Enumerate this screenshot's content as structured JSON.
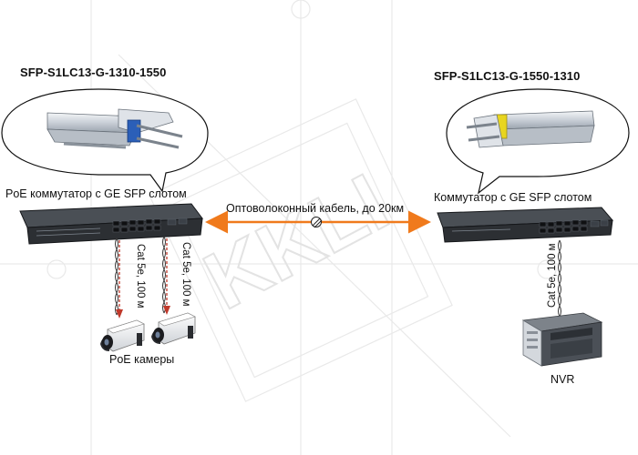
{
  "left_module": {
    "title": "SFP-S1LC13-G-1310-1550",
    "switch_label": "PoE коммутатор с GE SFP слотом",
    "cable_left": "Cat 5e, 100 м",
    "cable_right": "Cat 5e, 100 м",
    "cameras_label": "PoE камеры"
  },
  "right_module": {
    "title": "SFP-S1LC13-G-1550-1310",
    "switch_label": "Коммутатор с GE SFP слотом",
    "cable_label": "Cat 5e, 100 м",
    "nvr_label": "NVR"
  },
  "link": {
    "label": "Оптоволоконный кабель, до 20км"
  },
  "watermark": {
    "text": "KKLI"
  },
  "colors": {
    "fiber": "#f07a1c",
    "cable_copper": "#c0392b",
    "sfp_latch_left": "#2b5fb8",
    "sfp_latch_right": "#e8d51f",
    "watermark": "#e6e6e6"
  }
}
